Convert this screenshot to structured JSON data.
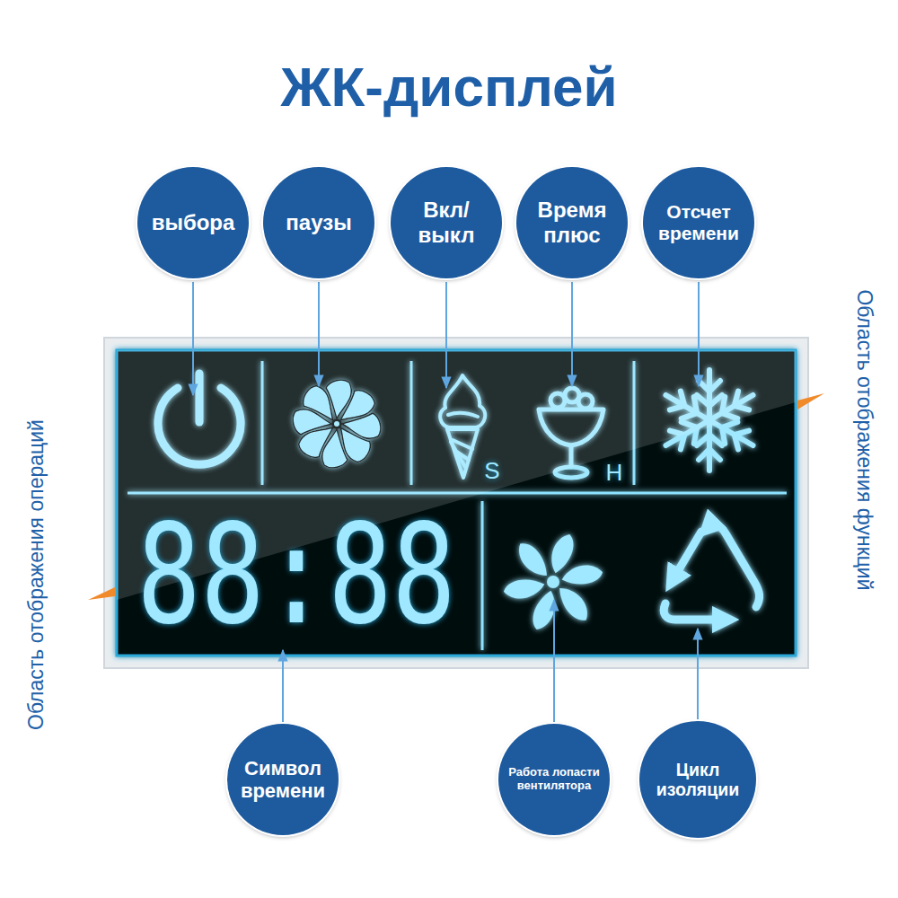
{
  "diagram": {
    "title": "ЖК-дисплей",
    "nodes": [
      {
        "text": [
          "выбора"
        ]
      },
      {
        "text": [
          "паузы"
        ]
      },
      {
        "text": [
          "Вкл/ выкл"
        ]
      },
      {
        "text": [
          "Время плюс"
        ]
      },
      {
        "text": [
          "Отсчет времени"
        ]
      },
      {
        "text": [
          "Символ времени"
        ]
      },
      {
        "text": [
          "Работа лопасти вентилятора"
        ]
      },
      {
        "text": [
          "Цикл изоляции"
        ]
      }
    ],
    "labels": [
      "Область отображения операций",
      "Область отображения функций",
      "S",
      "H",
      "88:88"
    ]
  }
}
